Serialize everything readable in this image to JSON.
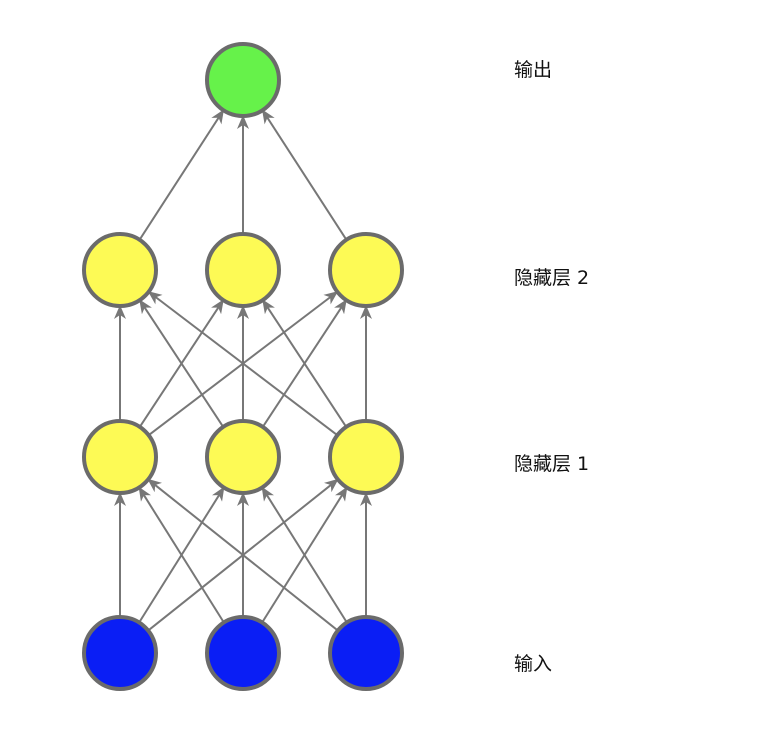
{
  "colors": {
    "input": "#0a1ef5",
    "hidden": "#fdfa55",
    "output": "#66f24a",
    "stroke": "#6b6b6b",
    "edge": "#777777"
  },
  "layers": [
    {
      "id": "output",
      "label": "输出",
      "nodes": 1,
      "color_key": "output"
    },
    {
      "id": "hidden2",
      "label": "隐藏层 2",
      "nodes": 3,
      "color_key": "hidden"
    },
    {
      "id": "hidden1",
      "label": "隐藏层 1",
      "nodes": 3,
      "color_key": "hidden"
    },
    {
      "id": "input",
      "label": "输入",
      "nodes": 3,
      "color_key": "input"
    }
  ],
  "connections": [
    {
      "from": "input",
      "to": "hidden1",
      "type": "full"
    },
    {
      "from": "hidden1",
      "to": "hidden2",
      "type": "full"
    },
    {
      "from": "hidden2",
      "to": "output",
      "type": "full"
    }
  ]
}
